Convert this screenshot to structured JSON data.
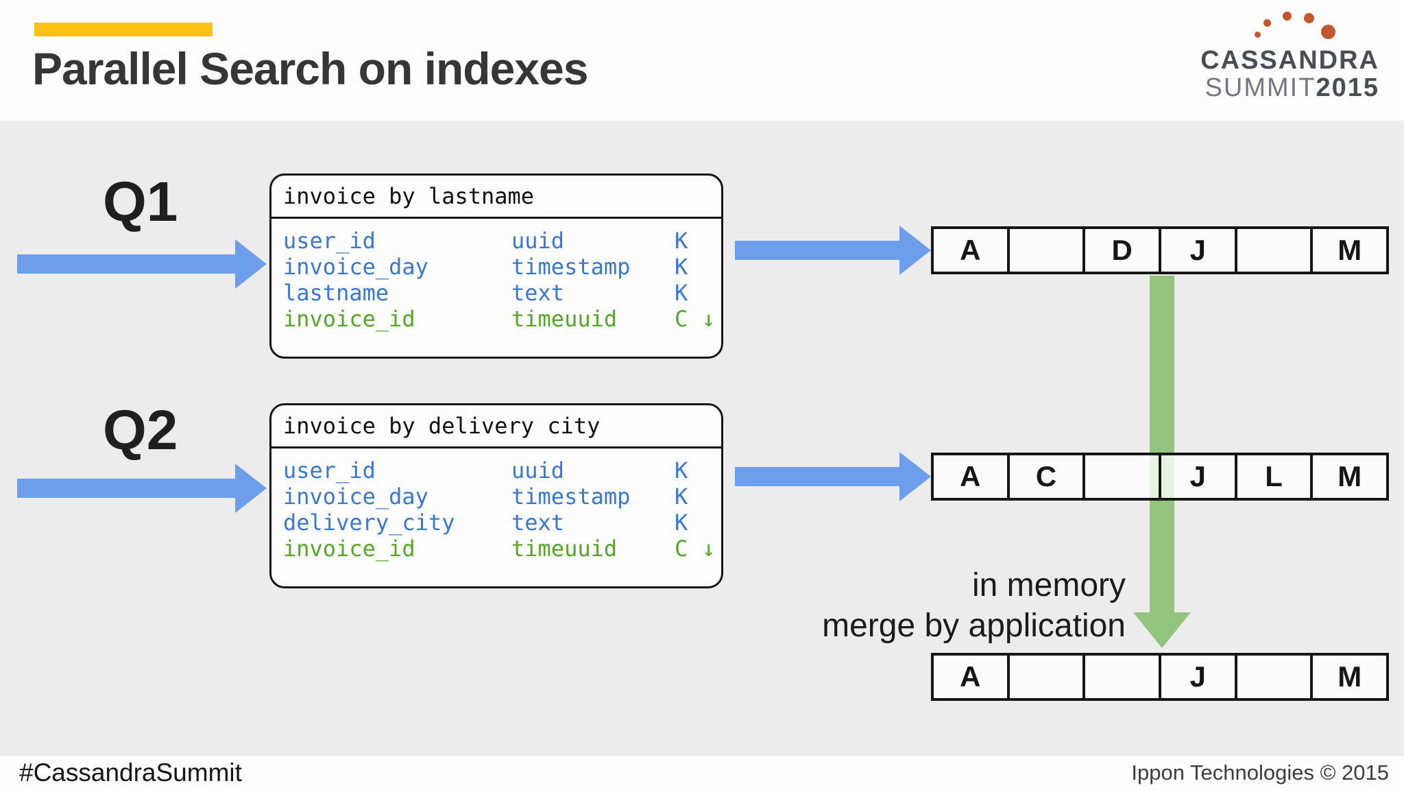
{
  "slide": {
    "title": "Parallel Search on indexes",
    "logo": {
      "line1": "CASSANDRA",
      "line2_light": "SUMMIT",
      "line2_bold": "2015"
    },
    "footer": {
      "hashtag": "#CassandraSummit",
      "copyright": "Ippon Technologies © 2015"
    }
  },
  "queries": [
    {
      "label": "Q1",
      "table": {
        "title": "invoice by lastname",
        "columns": [
          {
            "name": "user_id",
            "type": "uuid",
            "key": "K",
            "color": "blue"
          },
          {
            "name": "invoice_day",
            "type": "timestamp",
            "key": "K",
            "color": "blue"
          },
          {
            "name": "lastname",
            "type": "text",
            "key": "K",
            "color": "blue"
          },
          {
            "name": "invoice_id",
            "type": "timeuuid",
            "key": "C",
            "order": "↓",
            "color": "green"
          }
        ]
      },
      "result_cells": [
        "A",
        "",
        "D",
        "J",
        "",
        "M"
      ]
    },
    {
      "label": "Q2",
      "table": {
        "title": "invoice by delivery city",
        "columns": [
          {
            "name": "user_id",
            "type": "uuid",
            "key": "K",
            "color": "blue"
          },
          {
            "name": "invoice_day",
            "type": "timestamp",
            "key": "K",
            "color": "blue"
          },
          {
            "name": "delivery_city",
            "type": "text",
            "key": "K",
            "color": "blue"
          },
          {
            "name": "invoice_id",
            "type": "timeuuid",
            "key": "C",
            "order": "↓",
            "color": "green"
          }
        ]
      },
      "result_cells": [
        "A",
        "C",
        "",
        "J",
        "L",
        "M"
      ]
    }
  ],
  "merge": {
    "annotation_line1": "in memory",
    "annotation_line2": "merge by application",
    "result_cells": [
      "A",
      "",
      "",
      "J",
      "",
      "M"
    ]
  },
  "colors": {
    "accent_yellow": "#fdc113",
    "arrow_blue": "#6d9eeb",
    "arrow_green": "#93c47d",
    "schema_blue": "#3a78d0",
    "schema_green": "#54a528",
    "logo_orange": "#c2572c",
    "background": "#ececec"
  }
}
